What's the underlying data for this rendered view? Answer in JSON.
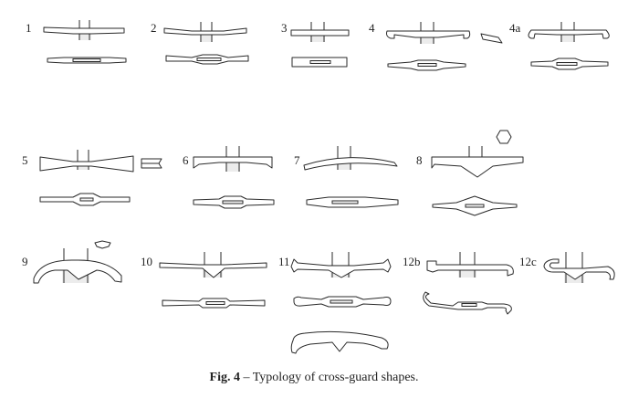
{
  "labels": {
    "t1": "1",
    "t2": "2",
    "t3": "3",
    "t4": "4",
    "t4a": "4a",
    "t5": "5",
    "t6": "6",
    "t7": "7",
    "t8": "8",
    "t9": "9",
    "t10": "10",
    "t11": "11",
    "t12b": "12b",
    "t12c": "12c"
  },
  "caption": {
    "fig": "Fig. 4",
    "text": "– Typology of cross-guard shapes."
  }
}
